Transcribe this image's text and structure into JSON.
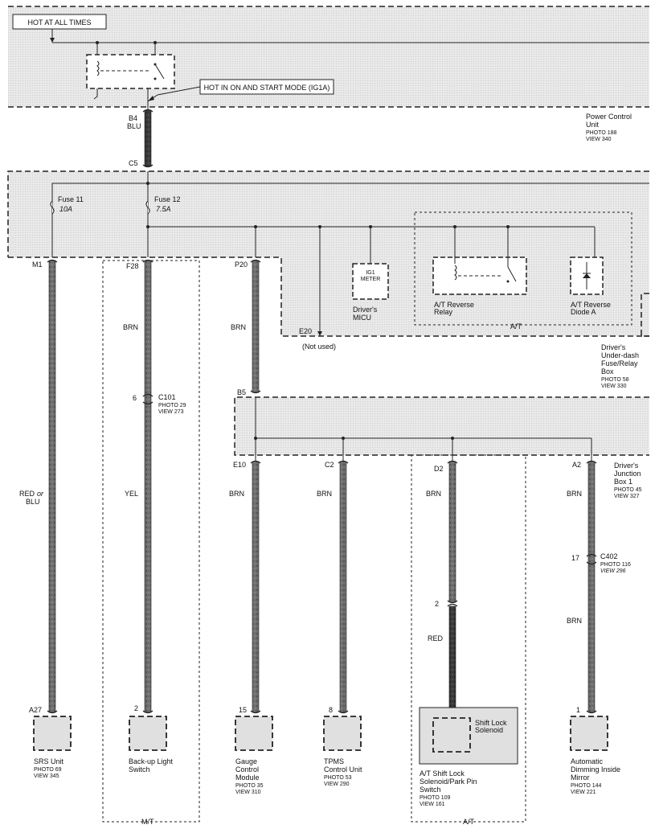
{
  "callouts": {
    "hot_at_all_times": "HOT AT ALL TIMES",
    "hot_in_on_start": "HOT IN ON AND START MODE (IG1A)"
  },
  "pcu": {
    "name_line1": "Power Control",
    "name_line2": "Unit",
    "photo": "PHOTO 188",
    "view": "VIEW 340",
    "out_pin": "B4",
    "out_color": "BLU"
  },
  "fuse_box": {
    "in_pin": "C5",
    "name_line1": "Driver's",
    "name_line2": "Under-dash",
    "name_line3": "Fuse/Relay",
    "name_line4": "Box",
    "photo": "PHOTO 58",
    "view": "VIEW 330",
    "fuse11_name": "Fuse 11",
    "fuse11_rating": "10A",
    "fuse12_name": "Fuse 12",
    "fuse12_rating": "7.5A",
    "micu_meter_line1": "IG1",
    "micu_meter_line2": "METER",
    "micu_line1": "Driver's",
    "micu_line2": "MICU",
    "relay_line1": "A/T Reverse",
    "relay_line2": "Relay",
    "diode_line1": "A/T Reverse",
    "diode_line2": "Diode A",
    "at_tag": "A/T",
    "e20_pin": "E20",
    "not_used": "(Not used)"
  },
  "junction_box": {
    "in_pin": "B5",
    "name_line1": "Driver's",
    "name_line2": "Junction",
    "name_line3": "Box 1",
    "photo": "PHOTO 45",
    "view": "VIEW 327"
  },
  "circuits": {
    "srs": {
      "top_pin": "M1",
      "wire_color_a": "RED",
      "wire_color_or": "or",
      "wire_color_b": "BLU",
      "bottom_pin": "A27",
      "name_line1": "SRS Unit",
      "photo": "PHOTO 69",
      "view": "VIEW 345"
    },
    "backup": {
      "top_pin": "F28",
      "wire_color_top": "BRN",
      "conn_pin": "6",
      "conn_name": "C101",
      "conn_photo": "PHOTO 29",
      "conn_view": "VIEW 273",
      "wire_color_bottom": "YEL",
      "bottom_pin": "2",
      "name_line1": "Back-up Light",
      "name_line2": "Switch",
      "option_tag": "M/T"
    },
    "gauge": {
      "top_pin": "P20",
      "wire_color_top": "BRN",
      "jb_pin": "E10",
      "wire_color_bottom": "BRN",
      "bottom_pin": "15",
      "name_line1": "Gauge",
      "name_line2": "Control",
      "name_line3": "Module",
      "photo": "PHOTO 35",
      "view": "VIEW 310"
    },
    "tpms": {
      "jb_pin": "C2",
      "wire_color": "BRN",
      "bottom_pin": "8",
      "name_line1": "TPMS",
      "name_line2": "Control Unit",
      "photo": "PHOTO 53",
      "view": "VIEW 290"
    },
    "shift_lock": {
      "jb_pin": "D2",
      "wire_color_top": "BRN",
      "conn_pin": "2",
      "wire_color_bottom": "RED",
      "solenoid_line1": "Shift Lock",
      "solenoid_line2": "Solenoid",
      "name_line1": "A/T Shift Lock",
      "name_line2": "Solenoid/Park Pin",
      "name_line3": "Switch",
      "photo": "PHOTO 109",
      "view": "VIEW 161",
      "option_tag": "A/T"
    },
    "mirror": {
      "jb_pin": "A2",
      "wire_color_top": "BRN",
      "conn_pin": "17",
      "conn_name": "C402",
      "conn_photo": "PHOTO 116",
      "conn_view": "VIEW 296",
      "wire_color_bottom": "BRN",
      "bottom_pin": "1",
      "name_line1": "Automatic",
      "name_line2": "Dimming Inside",
      "name_line3": "Mirror",
      "photo": "PHOTO 144",
      "view": "VIEW 221"
    }
  }
}
